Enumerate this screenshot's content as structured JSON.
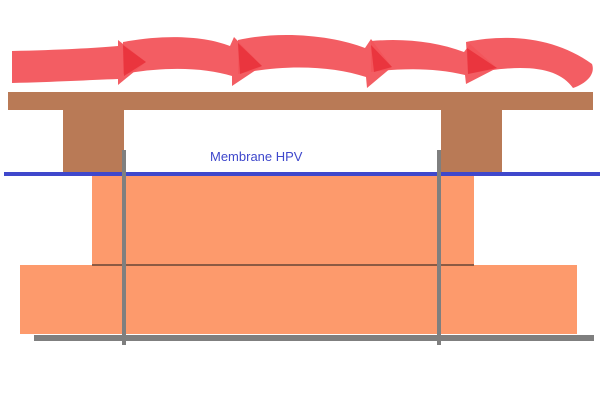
{
  "diagram": {
    "membrane_label": "Membrane HPV"
  },
  "colors": {
    "background": "#ffffff",
    "airflow_arrows": "#f2545b",
    "arrow_overlap": "#e8303a",
    "roof_boards_and_battens": "#b97a56",
    "insulation": "#fd9a6c",
    "insulation_seam": "#1a1a1a",
    "membrane": "#3f48cc",
    "membrane_label": "#3f48cc",
    "rafters_and_base": "#7f7f7f"
  },
  "icons": {
    "airflow": "curved-arrow-right",
    "membrane": "horizontal-line"
  }
}
